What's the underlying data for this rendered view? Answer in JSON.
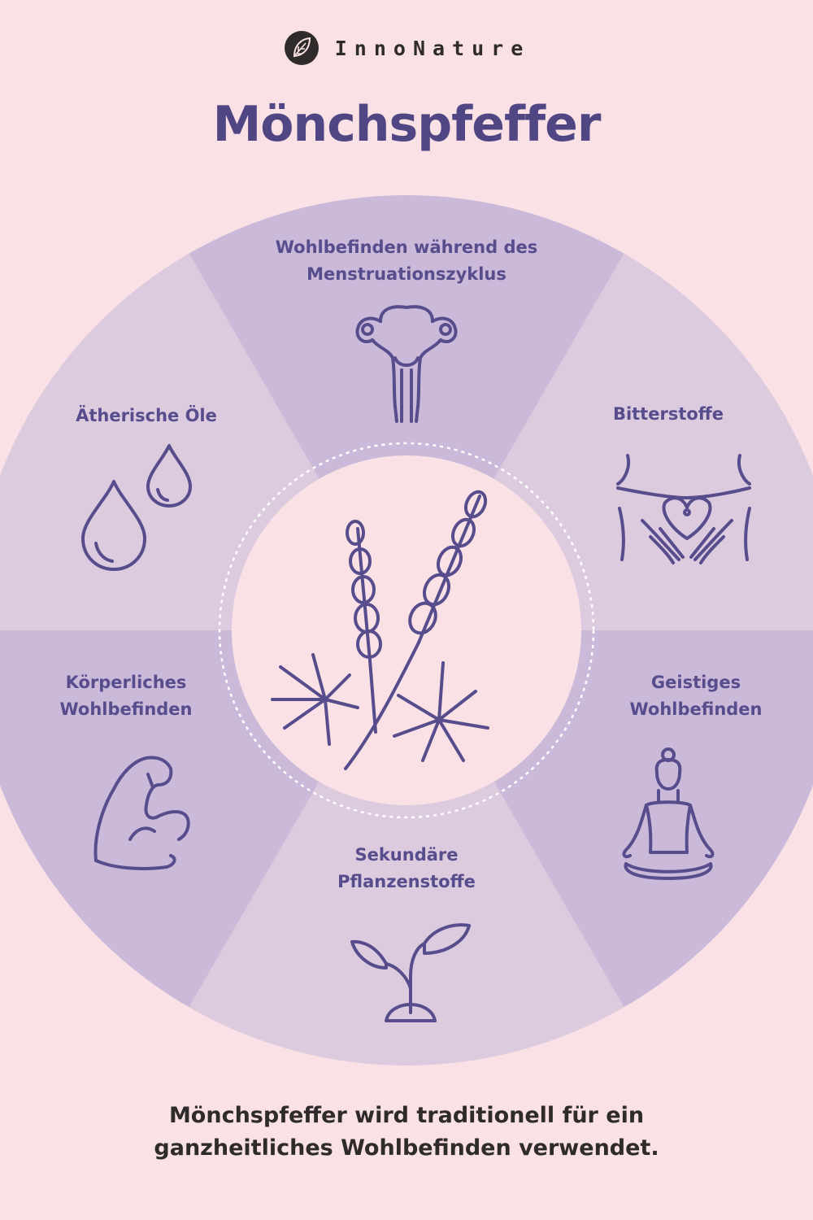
{
  "brand": {
    "name": "InnoNature",
    "logo_icon": "leaf-icon"
  },
  "title": "Mönchspfeffer",
  "colors": {
    "background": "#f9e1e6",
    "segment_dark": "#cbb9d9",
    "segment_light": "#dccadf",
    "center": "#f9e1e6",
    "stroke": "#574c8c"
  },
  "segments": [
    {
      "label": "Wohlbefinden während des Menstruationszyklus",
      "icon": "uterus-icon"
    },
    {
      "label": "Bitterstoffe",
      "icon": "belly-heart-hands-icon"
    },
    {
      "label": "Geistiges Wohlbefinden",
      "icon": "meditation-icon"
    },
    {
      "label": "Sekundäre Pflanzenstoffe",
      "icon": "sprout-icon"
    },
    {
      "label": "Körperliches Wohlbefinden",
      "icon": "muscle-arm-icon"
    },
    {
      "label": "Ätherische Öle",
      "icon": "droplets-icon"
    }
  ],
  "center": {
    "icon": "lavender-plant-icon"
  },
  "footer": "Mönchspfeffer wird traditionell für ein ganzheitliches Wohlbefinden verwendet."
}
